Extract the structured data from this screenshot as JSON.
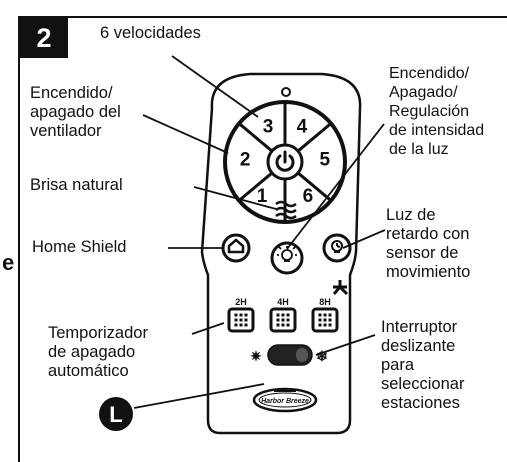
{
  "step_number": "2",
  "edge_letter": "e",
  "callouts": {
    "speeds": "6 velocidades",
    "fan_power": [
      "Encendido/",
      "apagado del",
      "ventilador"
    ],
    "light_power": [
      "Encendido/",
      "Apagado/",
      "Regulación",
      "de intensidad",
      "de la luz"
    ],
    "breeze": "Brisa natural",
    "home_shield": "Home Shield",
    "delay_light": [
      "Luz de",
      "retardo con",
      "sensor de",
      "movimiento"
    ],
    "timer": [
      "Temporizador",
      "de apagado",
      "automático"
    ],
    "season_switch": [
      "Interruptor",
      "deslizante",
      "para",
      "seleccionar",
      "estaciones"
    ]
  },
  "remote": {
    "top_indicator": "O",
    "speed_buttons": [
      "1",
      "2",
      "3",
      "4",
      "5",
      "6"
    ],
    "timer_buttons": [
      "2H",
      "4H",
      "8H"
    ],
    "brand": "Harbor Breeze",
    "marker_letter": "L"
  },
  "icons": {
    "power": "power-icon",
    "breeze": "breeze-wave-icon",
    "home_shield": "house-icon",
    "light": "light-bulb-icon",
    "delay_light": "clock-bulb-icon",
    "fan": "fan-icon",
    "summer": "sun-icon",
    "winter": "snowflake-icon"
  },
  "colors": {
    "remote_body": "#ffffff",
    "outline": "#111111",
    "switch": "#222222",
    "badge": "#111111"
  }
}
